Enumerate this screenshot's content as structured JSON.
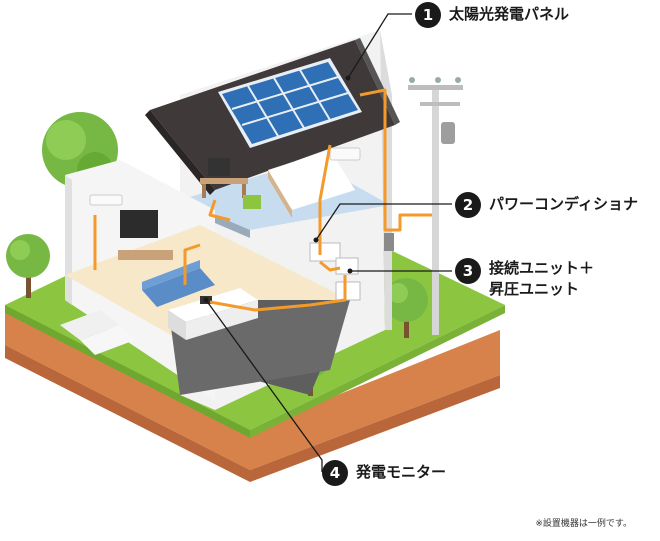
{
  "labels": [
    {
      "number": "1",
      "text": "太陽光発電パネル"
    },
    {
      "number": "2",
      "text": "パワーコンディショナ"
    },
    {
      "number": "3",
      "line1": "接続ユニット＋",
      "line2": "昇圧ユニット"
    },
    {
      "number": "4",
      "text": "発電モニター"
    }
  ],
  "note": "※設置機器は一例です。",
  "colors": {
    "wiring": "#f39a2b",
    "grass": "#8cc641",
    "soil": "#d8824b",
    "roof": "#3f3a39",
    "panel": "#2f6fb5",
    "badge": "#1a1a1a"
  }
}
